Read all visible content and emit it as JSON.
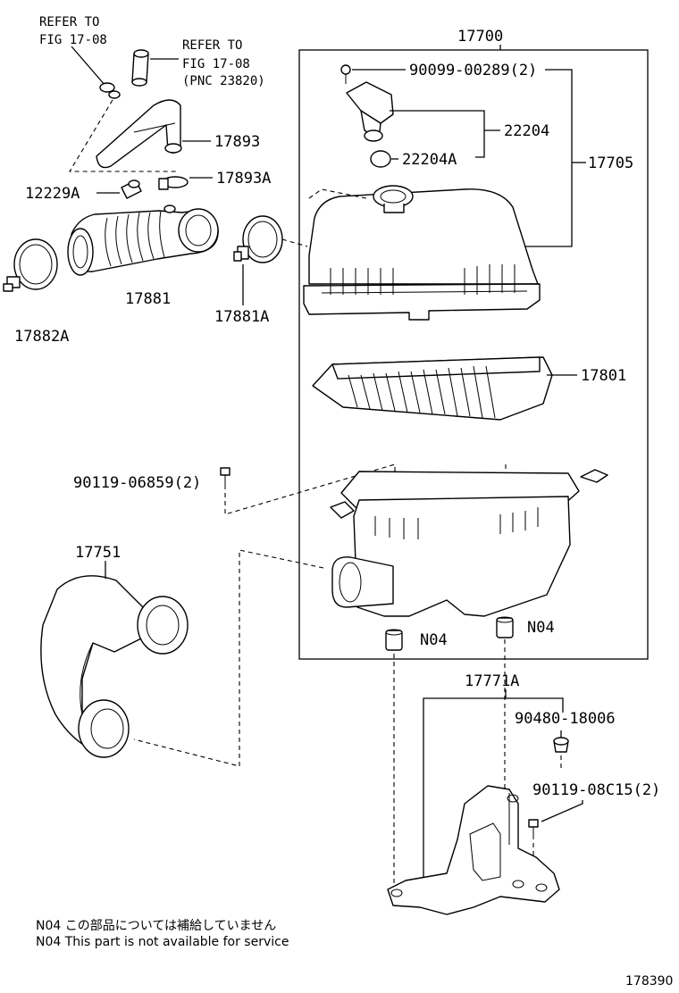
{
  "labels": {
    "refer_a_line1": "REFER TO",
    "refer_a_line2": "FIG 17-08",
    "refer_b_line1": "REFER TO",
    "refer_b_line2": "FIG 17-08",
    "refer_b_line3": "(PNC 23820)",
    "p17700": "17700",
    "p90099": "90099-00289(2)",
    "p22204": "22204",
    "p22204A": "22204A",
    "p17705": "17705",
    "p17893": "17893",
    "p17893A": "17893A",
    "p12229A": "12229A",
    "p17881": "17881",
    "p17881A": "17881A",
    "p17882A": "17882A",
    "p17801": "17801",
    "p90119_06859": "90119-06859(2)",
    "p17751": "17751",
    "n04_left": "N04",
    "n04_right": "N04",
    "p17771A": "17771A",
    "p90480": "90480-18006",
    "p90119_08C15": "90119-08C15(2)"
  },
  "notes": {
    "jp": "N04 この部品については補給していません",
    "en": "N04 This part is not available for service"
  },
  "figure_number": "178390"
}
